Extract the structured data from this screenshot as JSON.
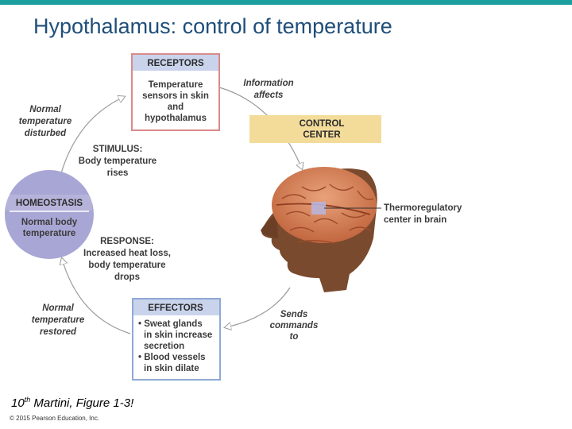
{
  "title": "Hypothalamus: control of temperature",
  "receptors": {
    "header": "RECEPTORS",
    "lines": [
      "Temperature",
      "sensors in skin",
      "and",
      "hypothalamus"
    ]
  },
  "control_center": {
    "lines": [
      "CONTROL",
      "CENTER"
    ]
  },
  "effectors": {
    "header": "EFFECTORS",
    "lines": [
      "• Sweat glands",
      "in skin increase",
      "secretion",
      "• Blood vessels",
      "in skin dilate"
    ]
  },
  "homeostasis": {
    "header": "HOMEOSTASIS",
    "lines": [
      "Normal body",
      "temperature"
    ]
  },
  "labels": {
    "information_affects": [
      "Information",
      "affects"
    ],
    "normal_disturbed": [
      "Normal",
      "temperature",
      "disturbed"
    ],
    "stimulus": [
      "STIMULUS:",
      "Body temperature",
      "rises"
    ],
    "response": [
      "RESPONSE:",
      "Increased heat loss,",
      "body temperature",
      "drops"
    ],
    "normal_restored": [
      "Normal",
      "temperature",
      "restored"
    ],
    "sends_commands": [
      "Sends",
      "commands",
      "to"
    ],
    "thermoregulatory": [
      "Thermoregulatory",
      "center in brain"
    ]
  },
  "citation": {
    "pre": "10",
    "sup": "th",
    "post": " Martini, Figure 1-3!"
  },
  "copyright": "© 2015 Pearson Education, Inc.",
  "colors": {
    "accent": "#1a9e9e",
    "title": "#1f4e79",
    "box_header": "#c9d4ec",
    "receptors_border": "#d98a8a",
    "control_center_fill": "#f3dc9a",
    "homeostasis_fill": "#a8a6d4"
  }
}
